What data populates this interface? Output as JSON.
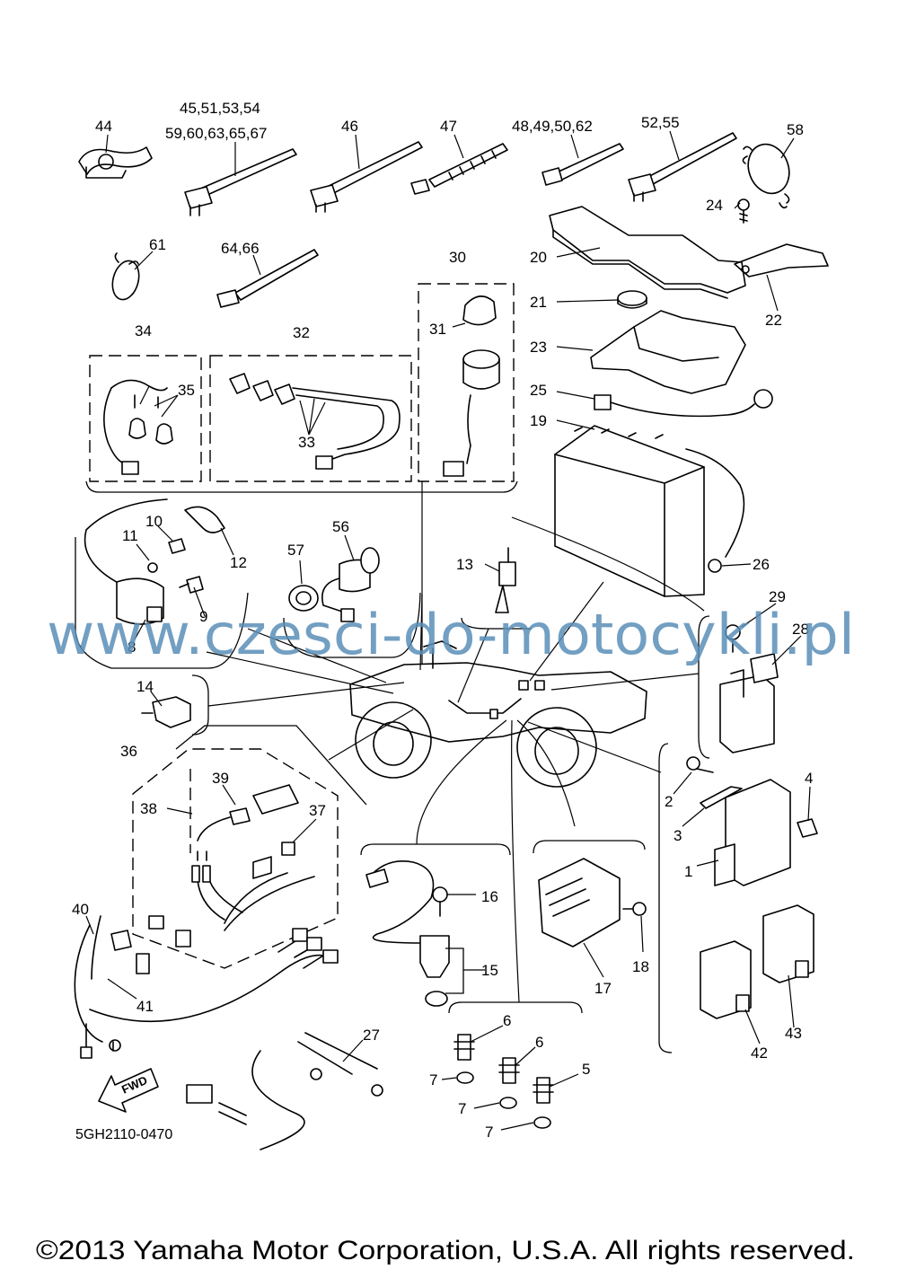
{
  "labels": {
    "l44": "44",
    "l45": "45,51,53,54",
    "l59": "59,60,63,65,67",
    "l46": "46",
    "l47": "47",
    "l48": "48,49,50,62",
    "l52": "52,55",
    "l58": "58",
    "l24": "24",
    "l61": "61",
    "l64": "64,66",
    "l30": "30",
    "l20": "20",
    "l21": "21",
    "l22": "22",
    "l31": "31",
    "l34": "34",
    "l32": "32",
    "l35": "35",
    "l33": "33",
    "l23": "23",
    "l25": "25",
    "l19": "19",
    "l10": "10",
    "l11": "11",
    "l12": "12",
    "l56": "56",
    "l57": "57",
    "l13": "13",
    "l26": "26",
    "l9": "9",
    "l8": "8",
    "l29": "29",
    "l28": "28",
    "l14": "14",
    "l36": "36",
    "l39": "39",
    "l38": "38",
    "l37": "37",
    "l2": "2",
    "l4": "4",
    "l3": "3",
    "l1": "1",
    "l16": "16",
    "l40": "40",
    "l15": "15",
    "l17": "17",
    "l18": "18",
    "l41": "41",
    "l42": "42",
    "l43": "43",
    "l6a": "6",
    "l6b": "6",
    "l5": "5",
    "l27": "27",
    "l7a": "7",
    "l7b": "7",
    "l7c": "7"
  },
  "fwd_label": "FWD",
  "diagram_code": "5GH2110-0470",
  "watermark": "www.czesci-do-motocykli.pl",
  "copyright": "©2013 Yamaha Motor Corporation, U.S.A. All rights reserved.",
  "colors": {
    "line": "#000000",
    "watermark": "#5a8fb8",
    "background": "#ffffff"
  }
}
